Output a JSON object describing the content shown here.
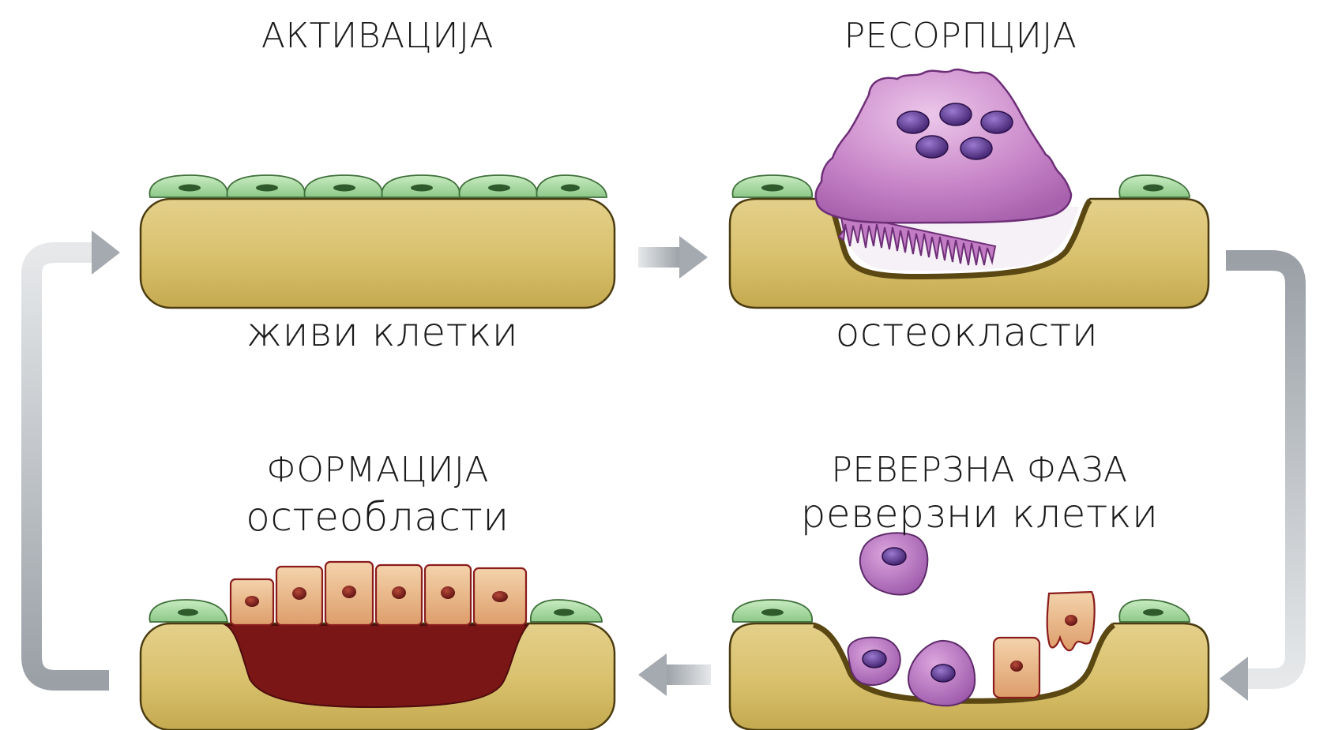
{
  "stages": {
    "activation": {
      "title": "АКТИВАЦИЈА",
      "caption": "живи клетки"
    },
    "resorption": {
      "title": "РЕСОРПЦИЈА",
      "caption": "остеокласти"
    },
    "reversal": {
      "title": "РЕВЕРЗНА ФАЗА",
      "caption": "реверзни клетки"
    },
    "formation": {
      "title": "ФОРМАЦИЈА",
      "caption": "остеобласти"
    }
  },
  "colors": {
    "bone_fill": "#d9c373",
    "bone_edge": "#4a3b10",
    "lining_cell": "#9fd39a",
    "osteoclast": "#c27cc4",
    "osteoclast_nucleus": "#4a2a7a",
    "reversal_cell": "#a45fb0",
    "osteoblast": "#e9b98a",
    "osteoblast_edge": "#8a1c1c",
    "new_matrix": "#7a1616",
    "arrow": "#a7acb2"
  }
}
